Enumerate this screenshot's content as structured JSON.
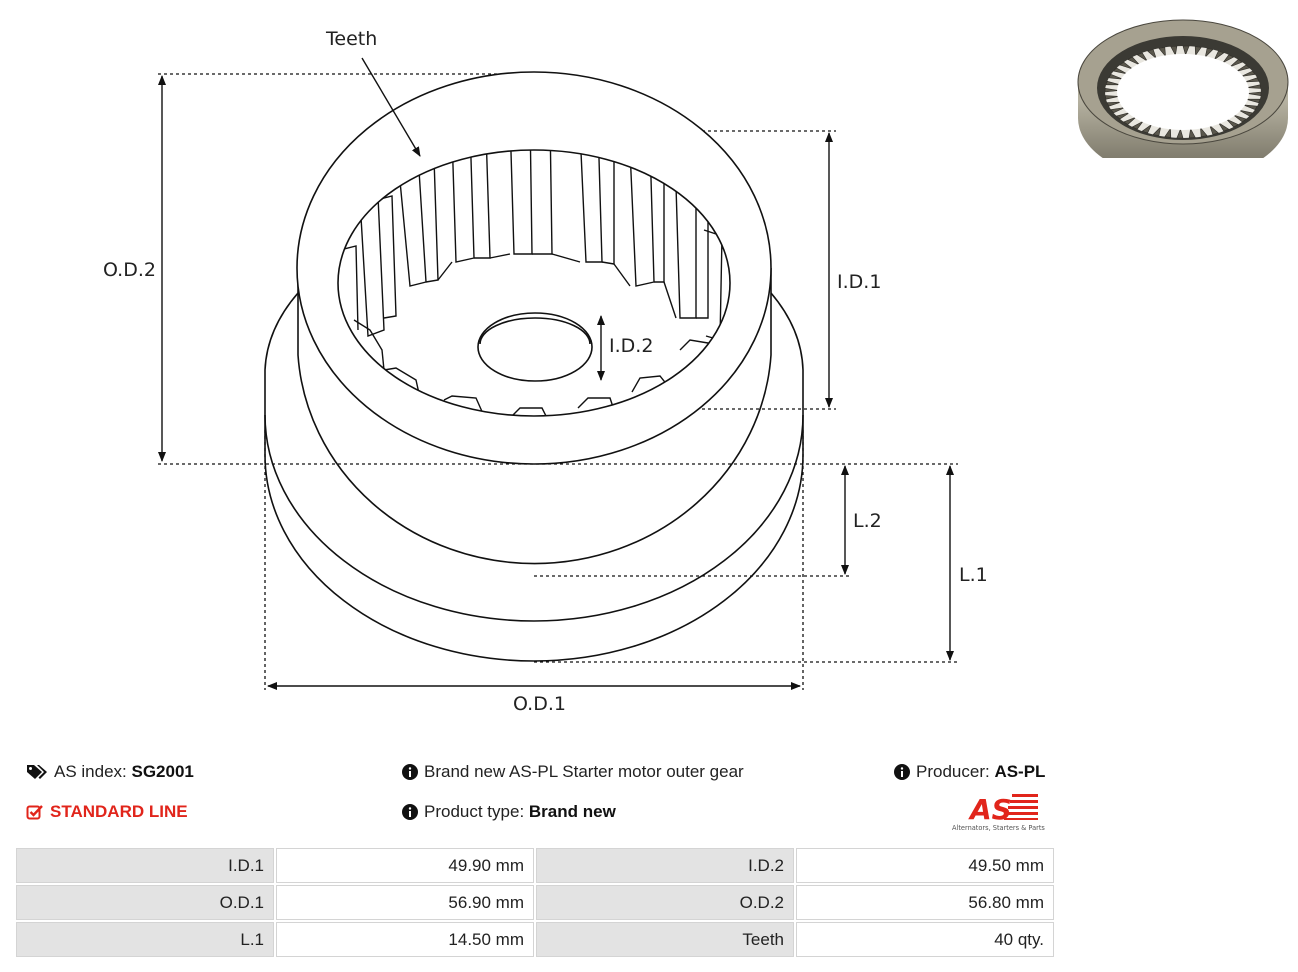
{
  "drawing": {
    "labels": {
      "teeth": "Teeth",
      "od2": "O.D.2",
      "id1": "I.D.1",
      "id2": "I.D.2",
      "l2": "L.2",
      "l1": "L.1",
      "od1": "O.D.1"
    }
  },
  "photo": {
    "alt": "Starter motor outer gear photo",
    "tooth_count_visible": 40
  },
  "info": {
    "as_index_label": "AS index:",
    "as_index_value": "SG2001",
    "standard_line": "STANDARD LINE",
    "description": "Brand new AS-PL Starter motor outer gear",
    "product_type_label": "Product type:",
    "product_type_value": "Brand new",
    "producer_label": "Producer:",
    "producer_value": "AS-PL"
  },
  "logo": {
    "mark": "AS",
    "tagline": "Alternators, Starters & Parts"
  },
  "specs": [
    {
      "k1": "I.D.1",
      "v1": "49.90 mm",
      "k2": "I.D.2",
      "v2": "49.50 mm"
    },
    {
      "k1": "O.D.1",
      "v1": "56.90 mm",
      "k2": "O.D.2",
      "v2": "56.80 mm"
    },
    {
      "k1": "L.1",
      "v1": "14.50 mm",
      "k2": "Teeth",
      "v2": "40 qty."
    }
  ],
  "colors": {
    "accent_red": "#e1251b",
    "header_cell": "#e3e3e3",
    "line": "#111111"
  }
}
